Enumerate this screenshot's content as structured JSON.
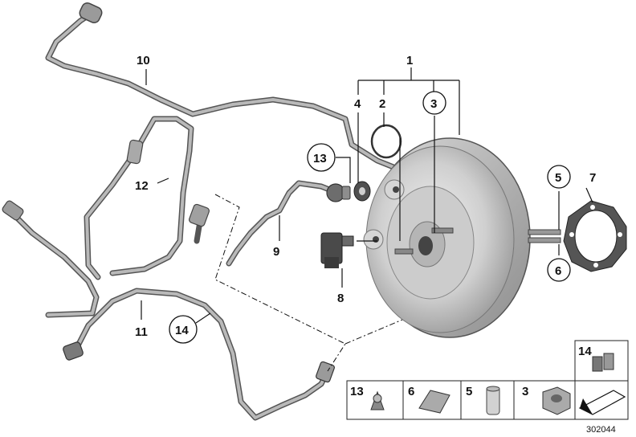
{
  "callouts": {
    "c1": "1",
    "c2": "2",
    "c3": "3",
    "c4": "4",
    "c5": "5",
    "c6": "6",
    "c7": "7",
    "c8": "8",
    "c9": "9",
    "c10": "10",
    "c11": "11",
    "c12": "12",
    "c13": "13",
    "c14": "14"
  },
  "legend": {
    "p13": "13",
    "p6": "6",
    "p5": "5",
    "p3": "3",
    "p14": "14"
  },
  "diagram_number": "302044"
}
